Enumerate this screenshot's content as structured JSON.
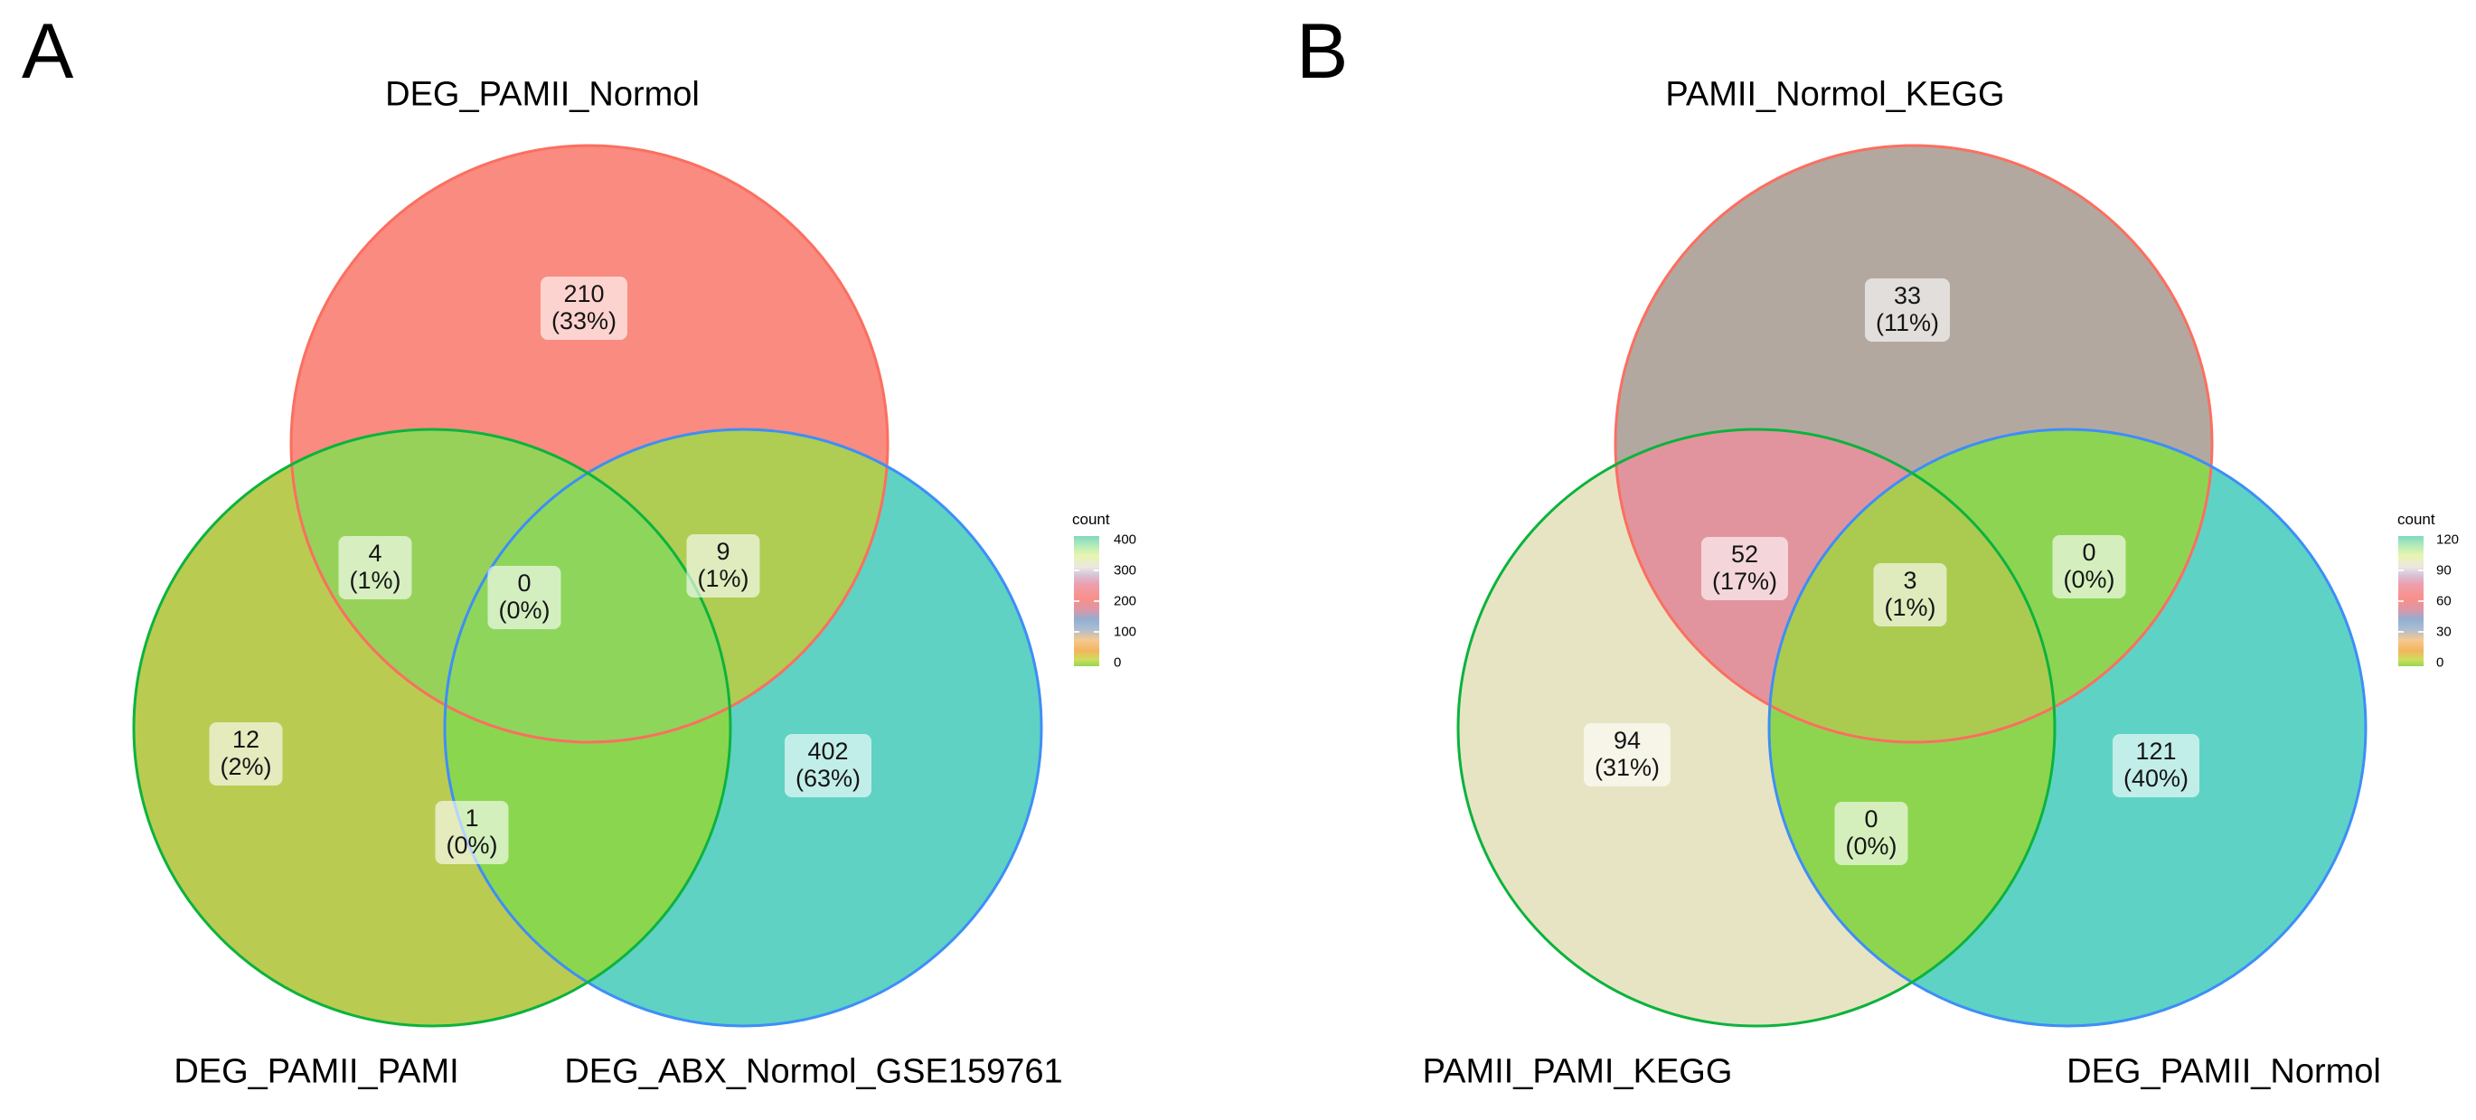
{
  "panels": [
    {
      "letter": "A",
      "top_set": "DEG_PAMII_Normol",
      "bottom_left_set": "DEG_PAMII_PAMI",
      "bottom_right_set": "DEG_ABX_Normol_GSE159761",
      "regions": {
        "top_only": {
          "value": "210",
          "pct": "(33%)"
        },
        "top_left": {
          "value": "4",
          "pct": "(1%)"
        },
        "top_right": {
          "value": "9",
          "pct": "(1%)"
        },
        "center": {
          "value": "0",
          "pct": "(0%)"
        },
        "left_only": {
          "value": "12",
          "pct": "(2%)"
        },
        "left_right": {
          "value": "1",
          "pct": "(0%)"
        },
        "right_only": {
          "value": "402",
          "pct": "(63%)"
        }
      },
      "colors": {
        "top_only": "#f98b80",
        "left_only": "#bacb52",
        "right_only": "#5fd2c4",
        "top_left": "#97d159",
        "top_right": "#aecd52",
        "left_right": "#8bd64f",
        "center": "#8dd65b"
      },
      "legend": {
        "title": "count",
        "ticks": [
          "400",
          "300",
          "200",
          "100",
          "0"
        ]
      }
    },
    {
      "letter": "B",
      "top_set": "PAMII_Normol_KEGG",
      "bottom_left_set": "PAMII_PAMI_KEGG",
      "bottom_right_set": "DEG_PAMII_Normol",
      "regions": {
        "top_only": {
          "value": "33",
          "pct": "(11%)"
        },
        "top_left": {
          "value": "52",
          "pct": "(17%)"
        },
        "top_right": {
          "value": "0",
          "pct": "(0%)"
        },
        "center": {
          "value": "3",
          "pct": "(1%)"
        },
        "left_only": {
          "value": "94",
          "pct": "(31%)"
        },
        "left_right": {
          "value": "0",
          "pct": "(0%)"
        },
        "right_only": {
          "value": "121",
          "pct": "(40%)"
        }
      },
      "colors": {
        "top_only": "#b3a8a0",
        "left_only": "#e7e4c3",
        "right_only": "#5ed3c5",
        "top_left": "#e2949e",
        "top_right": "#8ed453",
        "left_right": "#8ed54f",
        "center": "#abcb50"
      },
      "legend": {
        "title": "count",
        "ticks": [
          "120",
          "90",
          "60",
          "30",
          "0"
        ]
      }
    }
  ],
  "stroke_colors": {
    "top": "#fb6f60",
    "left": "#0cb33d",
    "right": "#3e8ef7"
  },
  "legend_gradient_stops": [
    "#7fd8c0",
    "#b8ecb8",
    "#e9f5b0",
    "#eae7e2",
    "#d6c3d8",
    "#ec9fae",
    "#fa8f88",
    "#d898aa",
    "#93aed0",
    "#a9bcd3",
    "#f6c990",
    "#f2b55e",
    "#cede5e",
    "#96d750"
  ],
  "chart_data": [
    {
      "type": "venn",
      "panel": "A",
      "sets": {
        "A": "DEG_PAMII_Normol",
        "B": "DEG_PAMII_PAMI",
        "C": "DEG_ABX_Normol_GSE159761"
      },
      "counts": {
        "A_only": 210,
        "B_only": 12,
        "C_only": 402,
        "A_B": 4,
        "A_C": 9,
        "B_C": 1,
        "A_B_C": 0
      },
      "percents": {
        "A_only": 33,
        "B_only": 2,
        "C_only": 63,
        "A_B": 1,
        "A_C": 1,
        "B_C": 0,
        "A_B_C": 0
      },
      "legend_title": "count",
      "legend_range": [
        0,
        400
      ],
      "legend_breaks": [
        0,
        100,
        200,
        300,
        400
      ]
    },
    {
      "type": "venn",
      "panel": "B",
      "sets": {
        "A": "PAMII_Normol_KEGG",
        "B": "PAMII_PAMI_KEGG",
        "C": "DEG_PAMII_Normol"
      },
      "counts": {
        "A_only": 33,
        "B_only": 94,
        "C_only": 121,
        "A_B": 52,
        "A_C": 0,
        "B_C": 0,
        "A_B_C": 3
      },
      "percents": {
        "A_only": 11,
        "B_only": 31,
        "C_only": 40,
        "A_B": 17,
        "A_C": 0,
        "B_C": 0,
        "A_B_C": 1
      },
      "legend_title": "count",
      "legend_range": [
        0,
        120
      ],
      "legend_breaks": [
        0,
        30,
        60,
        90,
        120
      ]
    }
  ]
}
